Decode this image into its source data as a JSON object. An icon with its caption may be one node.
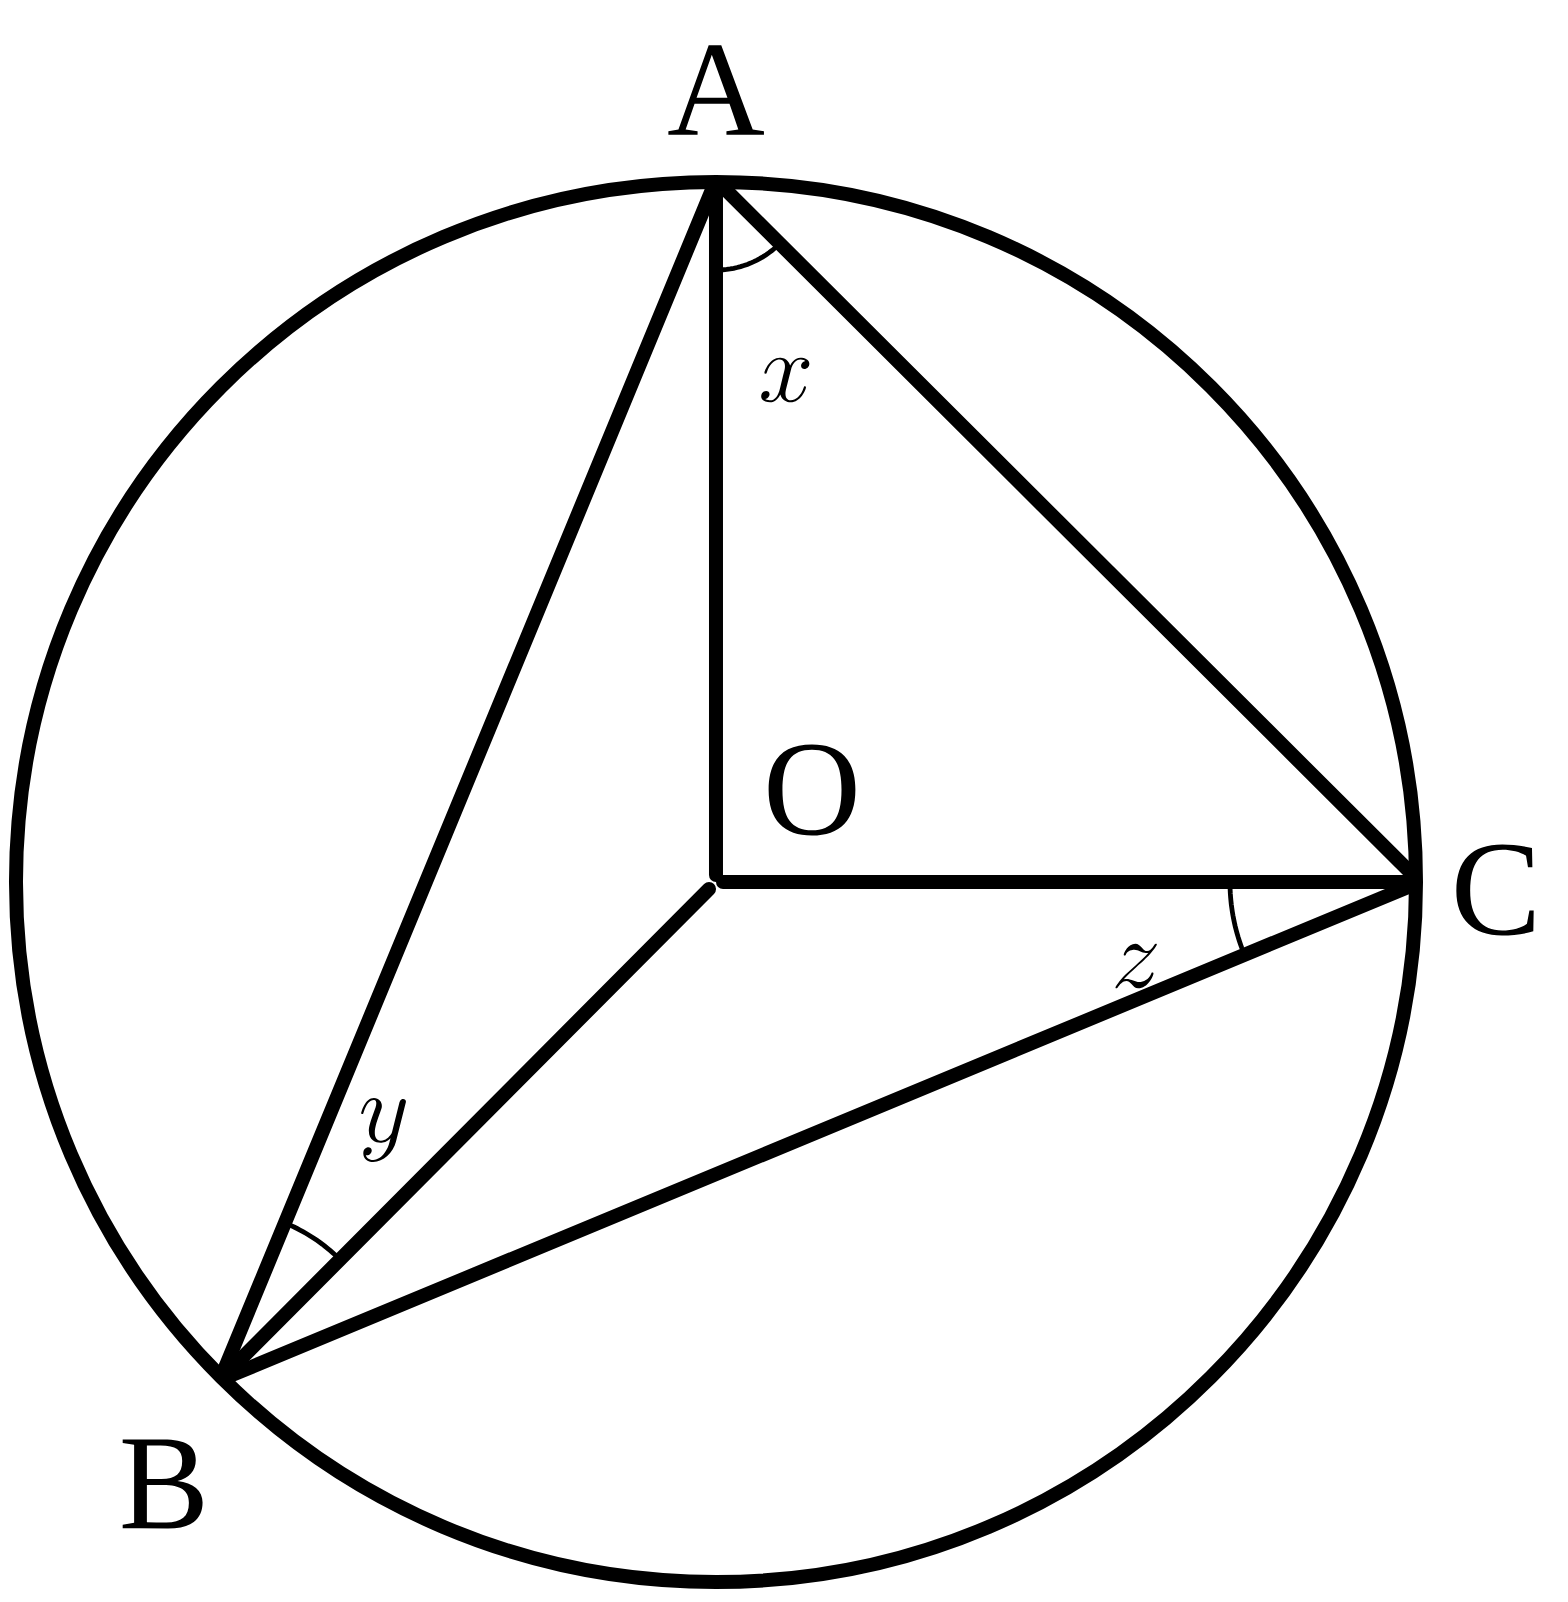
{
  "diagram": {
    "nodes": [
      {
        "text": [
          "A"
        ]
      },
      {
        "text": [
          "B"
        ]
      },
      {
        "text": [
          "C"
        ]
      },
      {
        "text": [
          "O"
        ]
      }
    ],
    "edges": [
      {
        "from": 0,
        "to": 1,
        "arrow": "none"
      },
      {
        "from": 0,
        "to": 2,
        "arrow": "none"
      },
      {
        "from": 0,
        "to": 3,
        "arrow": "none"
      },
      {
        "from": 3,
        "to": 2,
        "arrow": "none"
      },
      {
        "from": 3,
        "to": 1,
        "arrow": "none"
      },
      {
        "from": 1,
        "to": 2,
        "arrow": "none"
      }
    ],
    "labels": [
      "x",
      "y",
      "z"
    ]
  }
}
